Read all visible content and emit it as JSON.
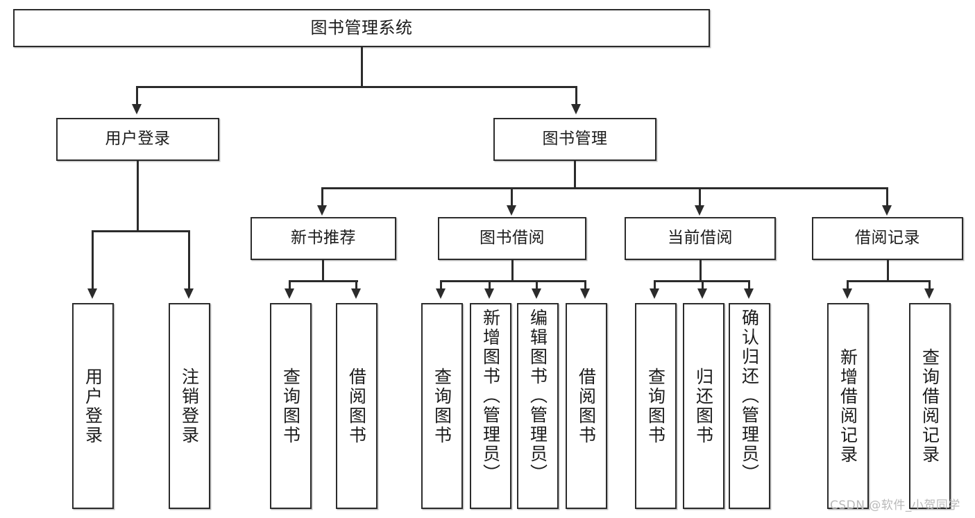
{
  "diagram": {
    "title": "图书管理系统",
    "type": "tree-hierarchy-chart",
    "root": {
      "label": "图书管理系统"
    },
    "level2": [
      {
        "label": "用户登录"
      },
      {
        "label": "图书管理"
      }
    ],
    "level3": [
      {
        "label": "新书推荐"
      },
      {
        "label": "图书借阅"
      },
      {
        "label": "当前借阅"
      },
      {
        "label": "借阅记录"
      }
    ],
    "leaves": [
      {
        "label": "用户登录"
      },
      {
        "label": "注销登录"
      },
      {
        "label": "查询图书"
      },
      {
        "label": "借阅图书"
      },
      {
        "label": "查询图书"
      },
      {
        "label": "新增图书（管理员）"
      },
      {
        "label": "编辑图书（管理员）"
      },
      {
        "label": "借阅图书"
      },
      {
        "label": "查询图书"
      },
      {
        "label": "归还图书"
      },
      {
        "label": "确认归还（管理员）"
      },
      {
        "label": "新增借阅记录"
      },
      {
        "label": "查询借阅记录"
      }
    ]
  },
  "watermark": {
    "text": "CSDN @软件_小贺同学"
  },
  "colors": {
    "stroke": "#2b2b2b",
    "background": "#ffffff",
    "text": "#1b1b1b",
    "watermark": "#b9b9b9"
  }
}
